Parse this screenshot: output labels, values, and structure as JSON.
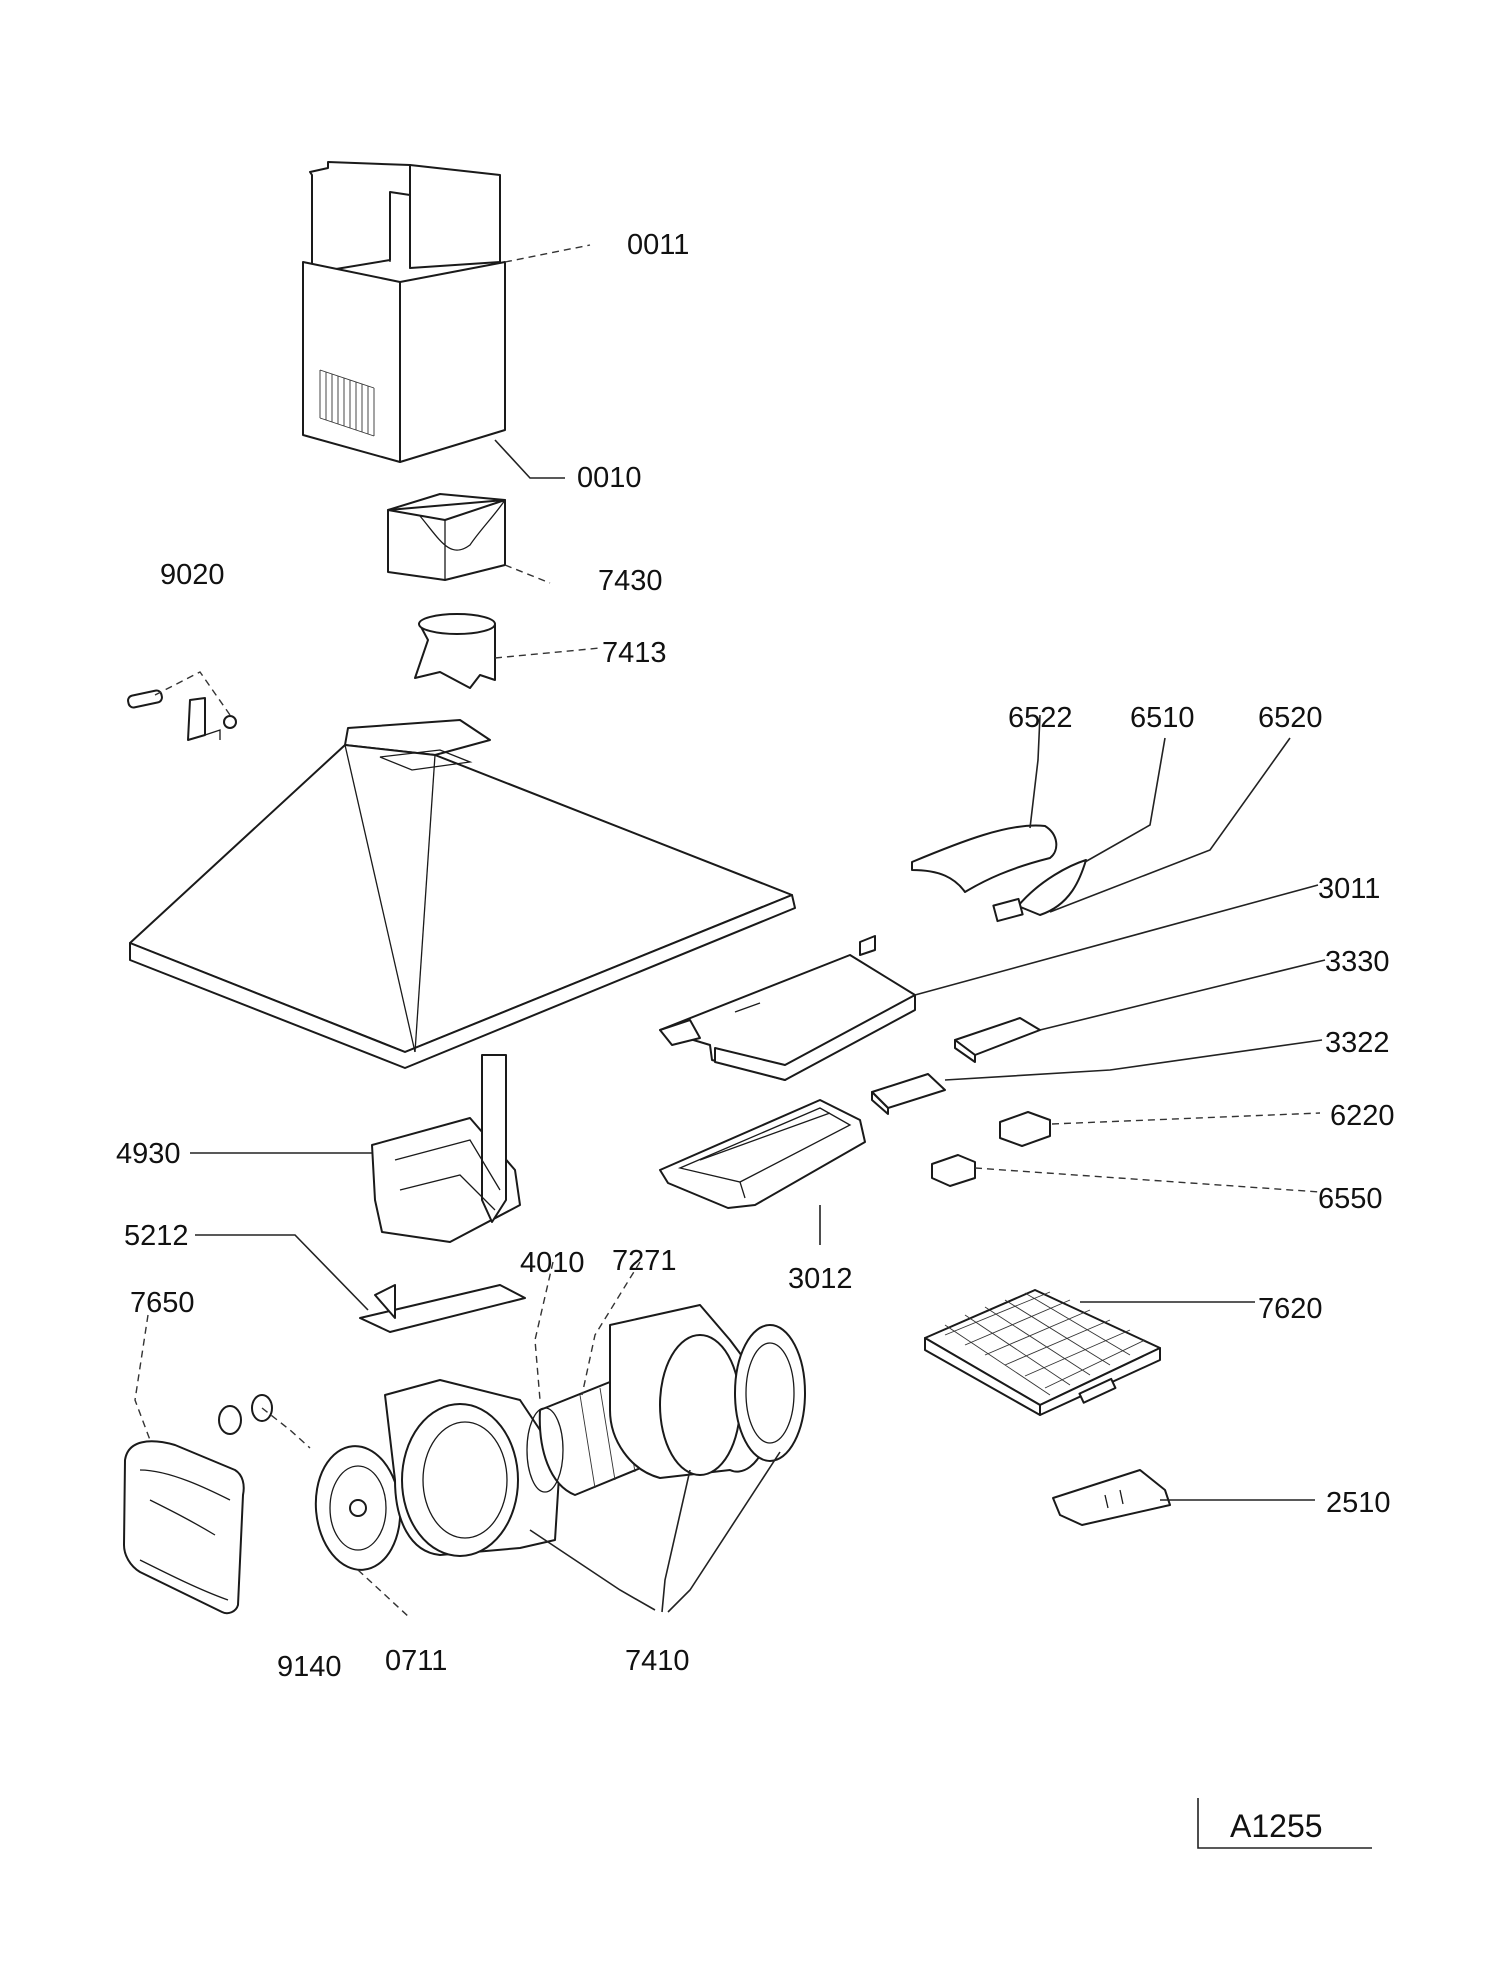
{
  "labels": {
    "p0011": "0011",
    "p0010": "0010",
    "p7430": "7430",
    "p9020": "9020",
    "p7413": "7413",
    "p6522": "6522",
    "p6510": "6510",
    "p6520": "6520",
    "p3011": "3011",
    "p3330": "3330",
    "p3322": "3322",
    "p6220": "6220",
    "p4930": "4930",
    "p6550": "6550",
    "p5212": "5212",
    "p4010": "4010",
    "p7271": "7271",
    "p3012": "3012",
    "p7650": "7650",
    "p7620": "7620",
    "p2510": "2510",
    "p9140": "9140",
    "p0711": "0711",
    "p7410": "7410"
  },
  "drawing_id": "A1255"
}
